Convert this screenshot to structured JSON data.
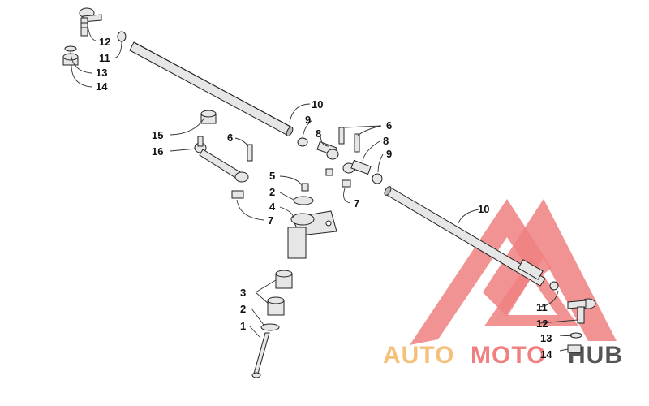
{
  "callouts": {
    "c1": "1",
    "c2a": "2",
    "c2b": "2",
    "c3": "3",
    "c4": "4",
    "c5": "5",
    "c6a": "6",
    "c6b": "6",
    "c7a": "7",
    "c7b": "7",
    "c8a": "8",
    "c8b": "8",
    "c9a": "9",
    "c9b": "9",
    "c10a": "10",
    "c10b": "10",
    "c11a": "11",
    "c11b": "11",
    "c12a": "12",
    "c12b": "12",
    "c13a": "13",
    "c13b": "13",
    "c14a": "14",
    "c14b": "14",
    "c15": "15",
    "c16": "16"
  },
  "watermark": {
    "word_auto": "AUTO",
    "word_moto": "MOTO",
    "word_hub": "HUB",
    "color_triangle": "#f08080",
    "color_auto": "#f5c07a",
    "color_moto": "#f08080",
    "color_hub": "#555555"
  }
}
